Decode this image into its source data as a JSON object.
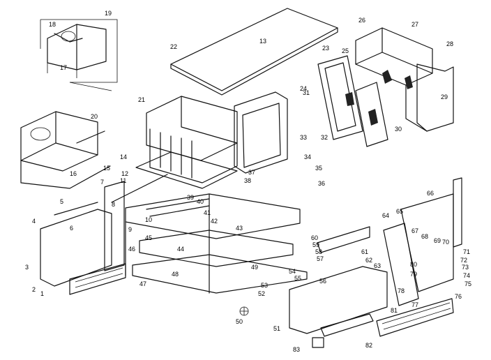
{
  "labels": [
    "1",
    "2",
    "3",
    "4",
    "5",
    "6",
    "7",
    "8",
    "9",
    "10",
    "11",
    "12",
    "13",
    "14",
    "15",
    "16",
    "17",
    "18",
    "19",
    "20",
    "21",
    "22",
    "23",
    "24",
    "25",
    "26",
    "27",
    "28",
    "29",
    "30",
    "31",
    "32",
    "33",
    "34",
    "35",
    "36",
    "37",
    "38",
    "39",
    "40",
    "41",
    "42",
    "43",
    "44",
    "45",
    "46",
    "47",
    "48",
    "49",
    "50",
    "51",
    "52",
    "53",
    "54",
    "55",
    "56",
    "57",
    "58",
    "59",
    "60",
    "61",
    "62",
    "63",
    "64",
    "65",
    "66",
    "67",
    "68",
    "69",
    "70",
    "71",
    "72",
    "73",
    "74",
    "75",
    "76",
    "77",
    "78",
    "79",
    "80",
    "81",
    "82",
    "83"
  ]
}
